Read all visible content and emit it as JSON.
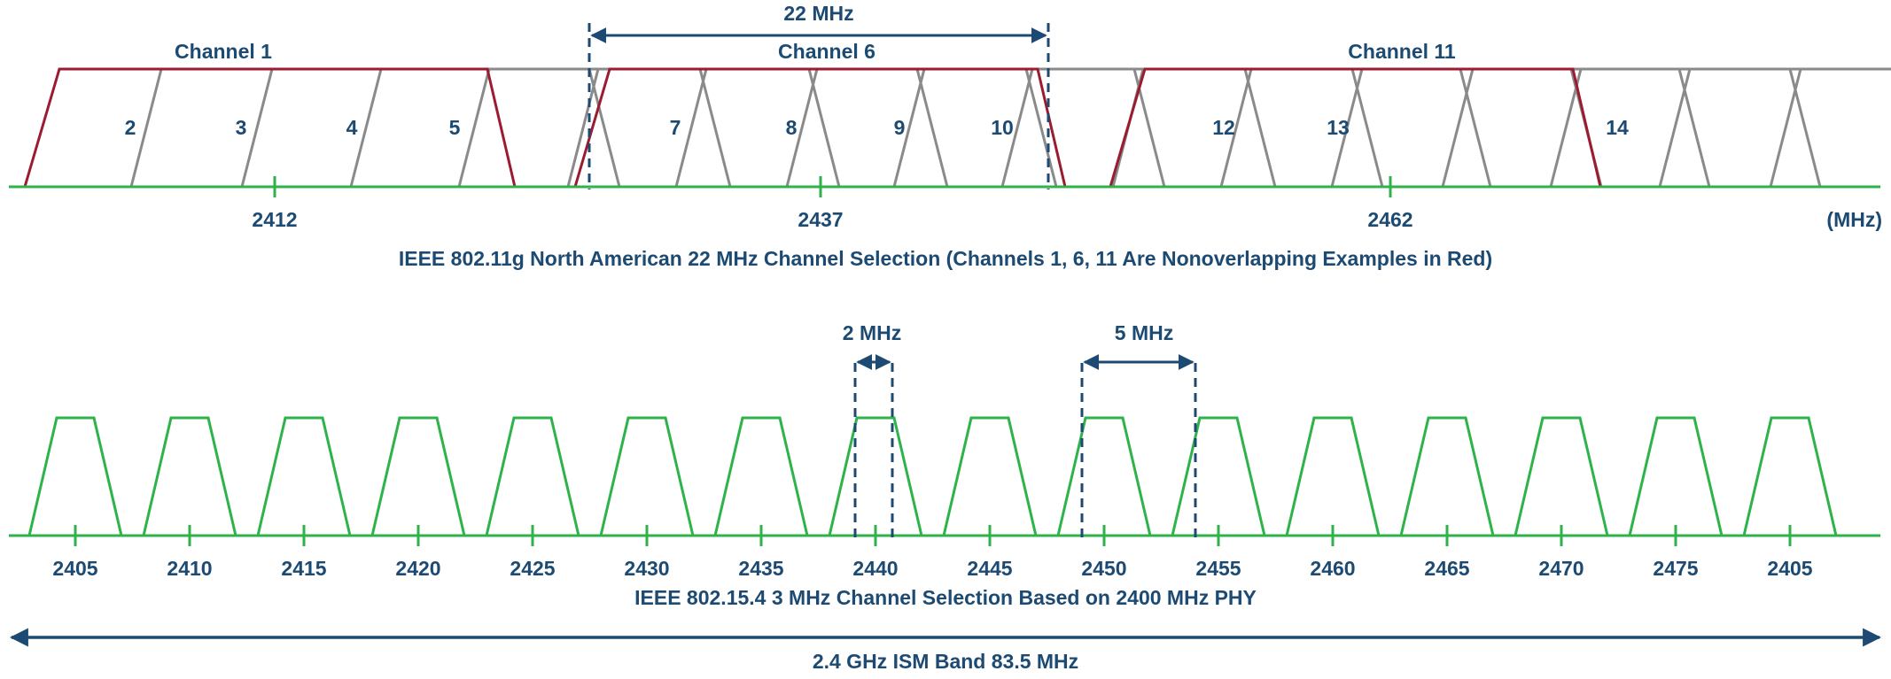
{
  "colors": {
    "navy": "#1c4a72",
    "red": "#9b1b30",
    "gray": "#8a8a8a",
    "green": "#2db34a"
  },
  "wifi": {
    "header_spacing": "22 MHz",
    "labels": {
      "channel_1": "Channel 1",
      "channel_6": "Channel 6",
      "channel_11": "Channel 11"
    },
    "numbers": [
      "2",
      "3",
      "4",
      "5",
      "7",
      "8",
      "9",
      "10",
      "12",
      "13",
      "14"
    ],
    "ticks": [
      "2412",
      "2437",
      "2462"
    ],
    "unit": "(MHz)",
    "caption": "IEEE 802.11g North American 22 MHz Channel Selection (Channels 1, 6, 11 Are Nonoverlapping Examples in Red)"
  },
  "zigbee": {
    "width_label": "2 MHz",
    "spacing_label": "5 MHz",
    "ticks": [
      "2405",
      "2410",
      "2415",
      "2420",
      "2425",
      "2430",
      "2435",
      "2440",
      "2445",
      "2450",
      "2455",
      "2460",
      "2465",
      "2470",
      "2475",
      "2405"
    ],
    "caption": "IEEE 802.15.4 3 MHz Channel Selection Based on 2400 MHz PHY"
  },
  "band": {
    "label": "2.4 GHz ISM Band 83.5 MHz"
  }
}
